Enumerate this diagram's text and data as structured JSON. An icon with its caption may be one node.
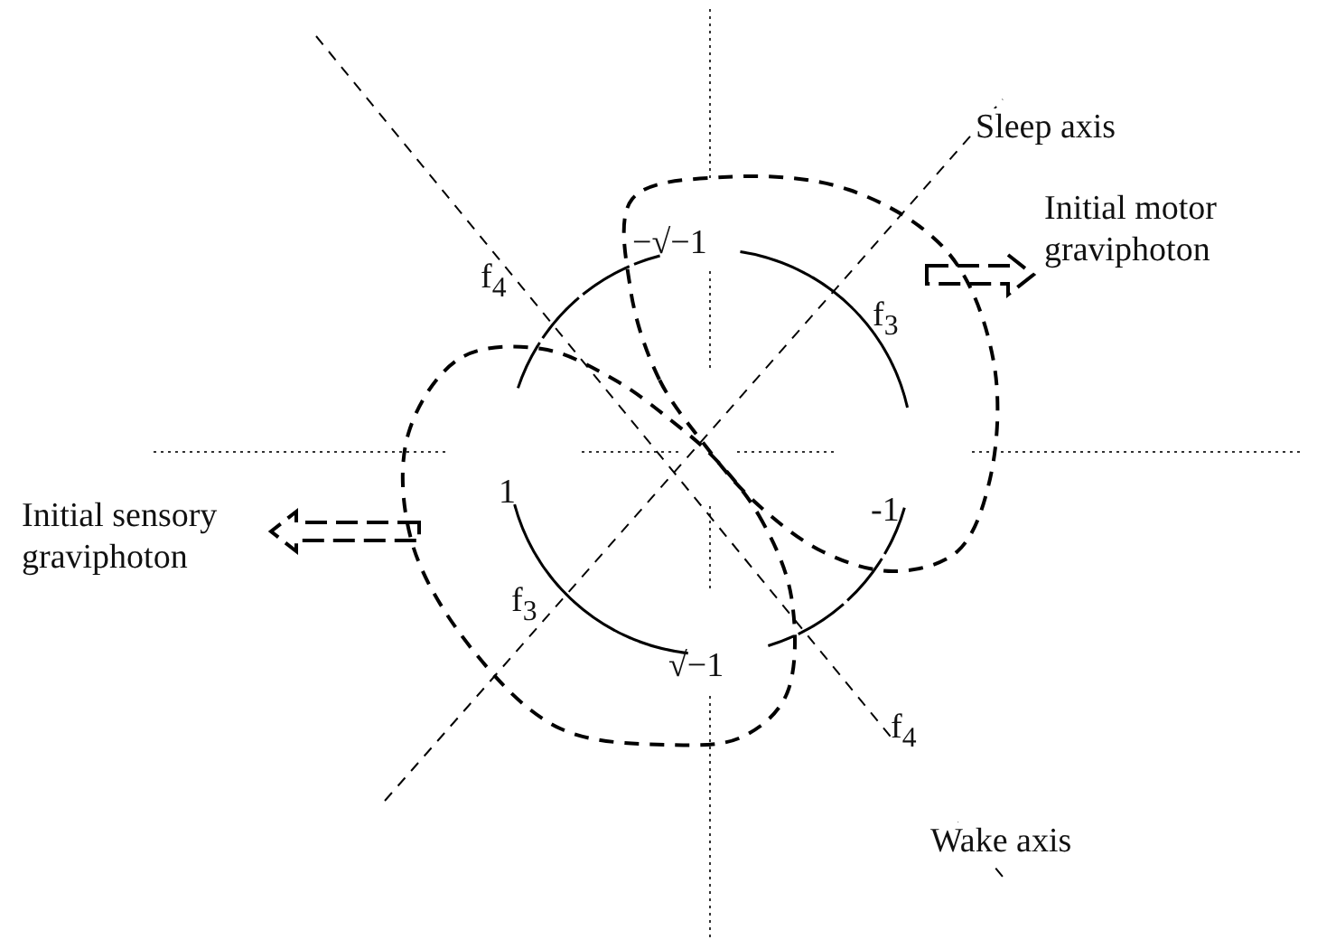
{
  "diagram": {
    "nodes": [
      {
        "text": [
          "Initial motor graviphoton"
        ]
      },
      {
        "text": [
          "Initial sensory graviphoton"
        ]
      }
    ],
    "edges": [
      {
        "from": null,
        "to": 0,
        "arrow": "to"
      },
      {
        "from": null,
        "to": 1,
        "arrow": "to"
      }
    ],
    "labels": [
      "Sleep axis",
      "f$_{4}$",
      "−√−1",
      "f$_{3}$",
      "1",
      "-1",
      "f$_{3}$",
      "√−1",
      "f$_{4}$",
      "Wake axis"
    ]
  }
}
